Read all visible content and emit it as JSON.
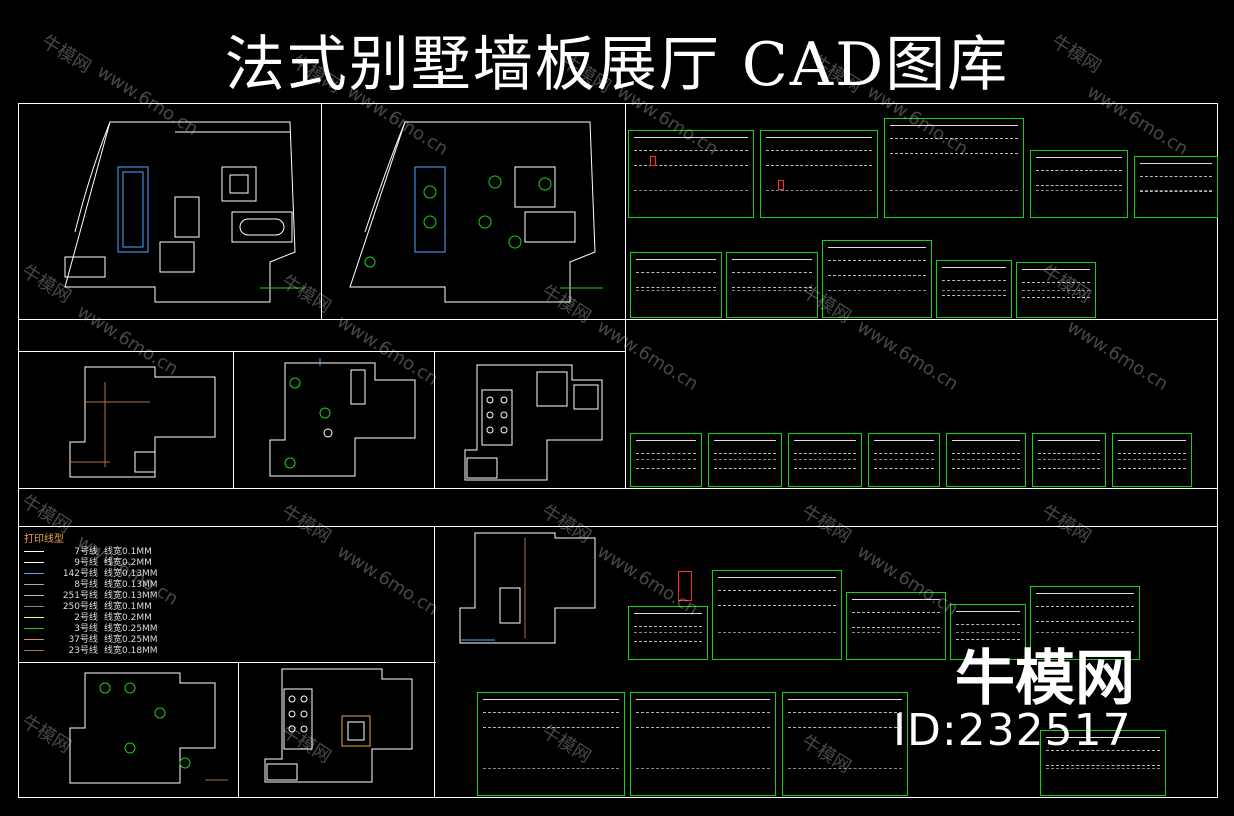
{
  "title": "法式别墅墙板展厅 CAD图库",
  "legend": {
    "title": "打印线型",
    "rows": [
      {
        "label": "7号线",
        "width": "线宽0.1MM",
        "color": "#ffffff"
      },
      {
        "label": "9号线",
        "width": "线宽0.2MM",
        "color": "#ffffff"
      },
      {
        "label": "142号线",
        "width": "线宽0.13MM",
        "color": "#4aa8ff"
      },
      {
        "label": "8号线",
        "width": "线宽0.13MM",
        "color": "#aaaaaa"
      },
      {
        "label": "251号线",
        "width": "线宽0.13MM",
        "color": "#bbbbbb"
      },
      {
        "label": "250号线",
        "width": "线宽0.1MM",
        "color": "#888888"
      },
      {
        "label": "2号线",
        "width": "线宽0.2MM",
        "color": "#ffff55"
      },
      {
        "label": "3号线",
        "width": "线宽0.25MM",
        "color": "#18d018"
      },
      {
        "label": "37号线",
        "width": "线宽0.25MM",
        "color": "#d09050"
      },
      {
        "label": "23号线",
        "width": "线宽0.18MM",
        "color": "#b07040"
      }
    ]
  },
  "brand": {
    "logo": "牛模网",
    "id": "ID:232517"
  },
  "watermark": {
    "site": "www.6mo.cn",
    "logo": "牛模网"
  },
  "colors": {
    "background": "#000000",
    "frame": "#18d018",
    "line": "#ffffff",
    "accent_blue": "#4aa8ff"
  }
}
